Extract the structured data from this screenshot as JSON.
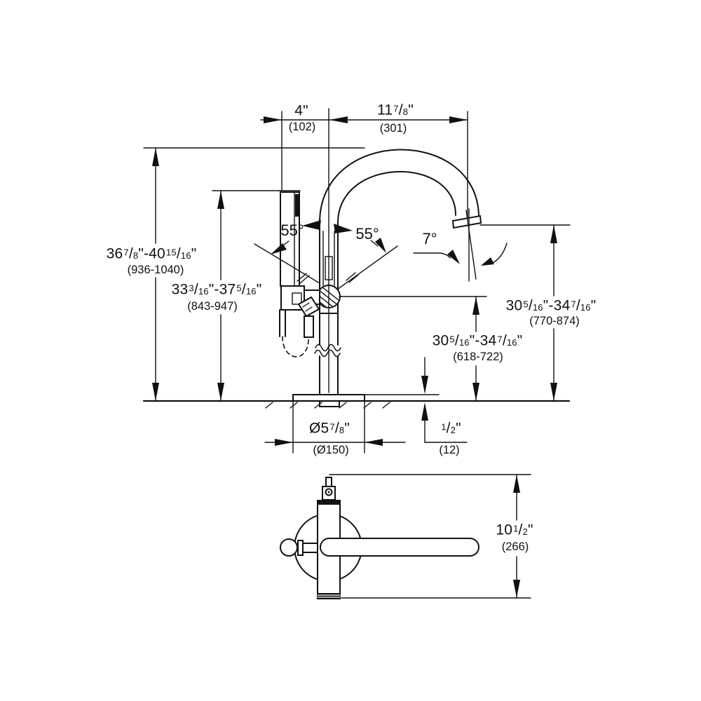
{
  "drawing_title": "Floor-standing bath mixer dimensional drawing",
  "colors": {
    "line": "#111111",
    "background": "#ffffff"
  },
  "labels": {
    "spout_offset": {
      "inches": "4\"",
      "mm": "(102)"
    },
    "spout_reach": {
      "inches": "11 7/8\"",
      "mm": "(301)"
    },
    "overall_height": {
      "inches": "36 7/8\"-40 15/16\"",
      "mm": "(936-1040)"
    },
    "handshower_height": {
      "inches": "33 3/16\"-37 5/16\"",
      "mm": "(843-947)"
    },
    "swivel_left": "55°",
    "swivel_right": "55°",
    "spout_tilt": "7°",
    "spout_height": {
      "inches": "30 5/16\"-34 7/16\"",
      "mm": "(770-874)"
    },
    "valve_height": {
      "inches": "30 5/16\"-34 7/16\"",
      "mm": "(618-722)"
    },
    "base_diameter": {
      "inches": "Ø5 7/8\"",
      "mm": "(Ø150)"
    },
    "plate_height": {
      "inches": "1/2\"",
      "mm": "(12)"
    },
    "plan_depth": {
      "inches": "10 1/2\"",
      "mm": "(266)"
    }
  }
}
